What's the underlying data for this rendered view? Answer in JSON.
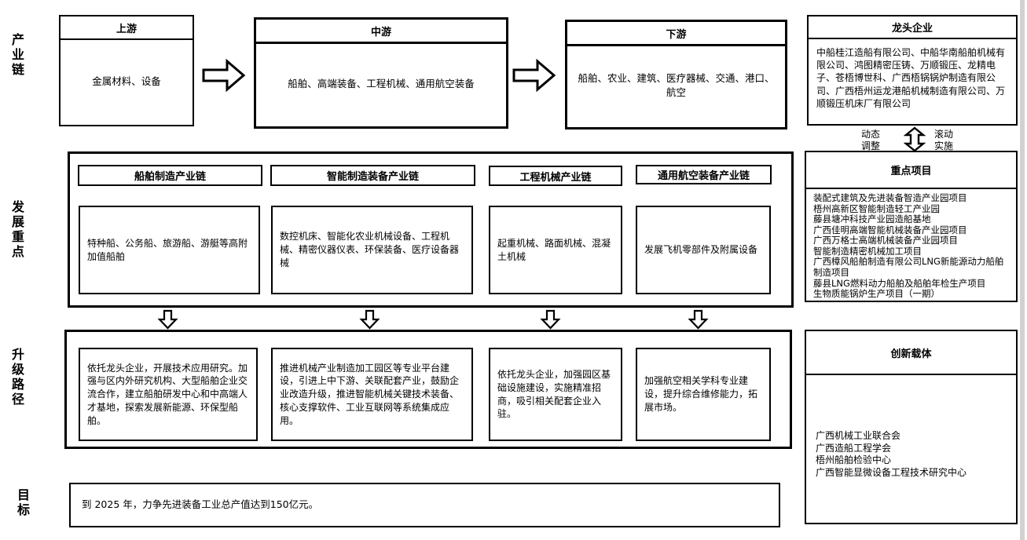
{
  "row_labels": {
    "industry_chain": "产业链",
    "development_focus": "发展重点",
    "upgrade_path": "升级路径",
    "goal": "目标"
  },
  "industry_chain": {
    "upstream": {
      "title": "上游",
      "body": "金属材料、设备"
    },
    "midstream": {
      "title": "中游",
      "body": "船舶、高端装备、工程机械、通用航空装备"
    },
    "downstream": {
      "title": "下游",
      "body": "船舶、农业、建筑、医疗器械、交通、港口、航空"
    },
    "leading_enterprises": {
      "title": "龙头企业",
      "body": "中船桂江造船有限公司、中船华南船舶机械有限公司、鸿图精密压铸、万顺锻压、龙精电子、苍梧博世科、广西梧锅锅炉制造有限公司、广西梧州运龙港船机械制造有限公司、万顺锻压机床厂有限公司"
    }
  },
  "cycle_arrow": {
    "left_lines": [
      "动态",
      "调整"
    ],
    "right_lines": [
      "滚动",
      "实施"
    ]
  },
  "development_focus": {
    "chains": [
      {
        "title": "船舶制造产业链",
        "body": "特种船、公务船、旅游船、游艇等高附加值船舶"
      },
      {
        "title": "智能制造装备产业链",
        "body": "数控机床、智能化农业机械设备、工程机械、精密仪器仪表、环保装备、医疗设备器械"
      },
      {
        "title": "工程机械产业链",
        "body": "起重机械、路面机械、混凝土机械"
      },
      {
        "title": "通用航空装备产业链",
        "body": "发展飞机零部件及附属设备"
      }
    ]
  },
  "key_projects": {
    "title": "重点项目",
    "items": [
      "装配式建筑及先进装备智造产业园项目",
      "梧州高新区智能制造轻工产业园",
      "藤县塘冲科技产业园造船基地",
      "广西佳明高端智能机械装备产业园项目",
      "广西万格士高端机械装备产业园项目",
      "智能制造精密机械加工项目",
      "广西樟风船舶制造有限公司LNG新能源动力船舶制造项目",
      "藤县LNG燃料动力船舶及船舶年检生产项目",
      "生物质能锅炉生产项目（一期）"
    ]
  },
  "upgrade_path": {
    "boxes": [
      "依托龙头企业，开展技术应用研究。加强与区内外研究机构、大型船舶企业交流合作，建立船舶研发中心和中高端人才基地，探索发展新能源、环保型船舶。",
      "推进机械产业制造加工园区等专业平台建设，引进上中下游、关联配套产业，鼓励企业改造升级，推进智能机械关键技术装备、核心支撑软件、工业互联网等系统集成应用。",
      "依托龙头企业，加强园区基础设施建设，实施精准招商，吸引相关配套企业入驻。",
      "加强航空相关学科专业建设，提升综合维修能力，拓展市场。"
    ]
  },
  "innovation_carriers": {
    "title": "创新载体",
    "items": [
      "广西机械工业联合会",
      "广西造船工程学会",
      "梧州船舶检验中心",
      "广西智能显微设备工程技术研究中心"
    ]
  },
  "goal": {
    "body": "到 2025 年，力争先进装备工业总产值达到150亿元。"
  }
}
